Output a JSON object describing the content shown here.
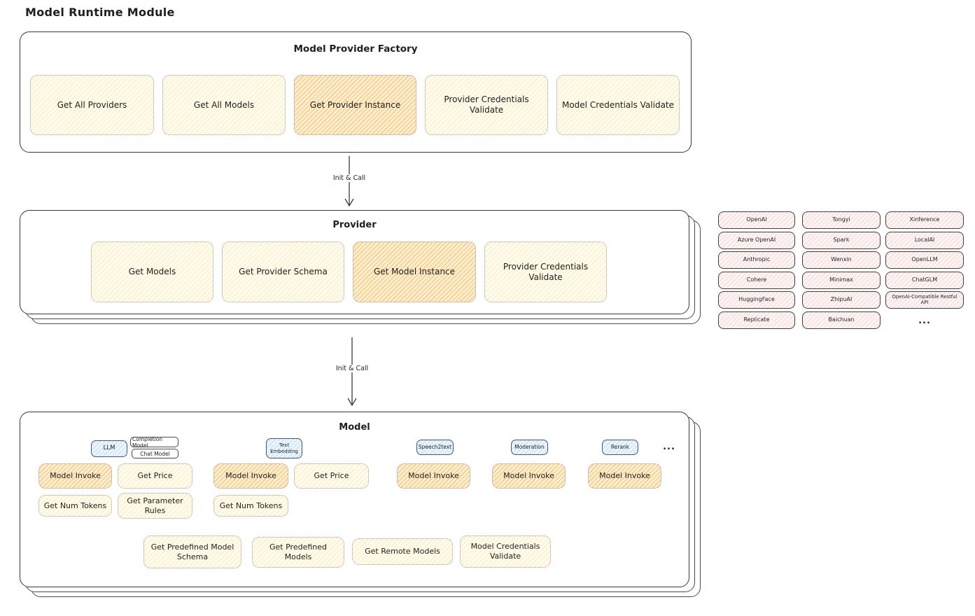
{
  "title": "Model Runtime Module",
  "colors": {
    "node_yellow": "#fff6d9",
    "node_orange": "#fbd9a0",
    "node_pink": "#fbe3e3",
    "node_blue": "#d8ebf8",
    "outline": "#3a3a3a"
  },
  "factory": {
    "title": "Model Provider Factory",
    "buttons": [
      {
        "label": "Get All Providers",
        "highlighted": false
      },
      {
        "label": "Get All Models",
        "highlighted": false
      },
      {
        "label": "Get Provider Instance",
        "highlighted": true
      },
      {
        "label": "Provider Credentials Validate",
        "highlighted": false
      },
      {
        "label": "Model Credentials Validate",
        "highlighted": false
      }
    ]
  },
  "connections": {
    "factory_to_provider": "Init & Call",
    "provider_to_model": "Init & Call"
  },
  "provider": {
    "title": "Provider",
    "buttons": [
      {
        "label": "Get Models",
        "highlighted": false
      },
      {
        "label": "Get Provider Schema",
        "highlighted": false
      },
      {
        "label": "Get Model Instance",
        "highlighted": true
      },
      {
        "label": "Provider Credentials Validate",
        "highlighted": false
      }
    ]
  },
  "provider_list": {
    "columns": [
      [
        "OpenAI",
        "Azure OpenAI",
        "Anthropic",
        "Cohere",
        "HuggingFace",
        "Replicate"
      ],
      [
        "Tongyi",
        "Spark",
        "Wenxin",
        "Minimax",
        "ZhipuAI",
        "Baichuan"
      ],
      [
        "Xinference",
        "LocalAI",
        "OpenLLM",
        "ChatGLM",
        "OpenAI-Compatible Restful API"
      ]
    ],
    "ellipsis": "..."
  },
  "model": {
    "title": "Model",
    "type_badges": [
      {
        "label": "LLM",
        "style": "blue"
      },
      {
        "label": "Completion Model",
        "style": "white"
      },
      {
        "label": "Chat Model",
        "style": "white"
      },
      {
        "label": "Text Embedding",
        "style": "blue"
      },
      {
        "label": "Speech2text",
        "style": "blue"
      },
      {
        "label": "Moderation",
        "style": "blue"
      },
      {
        "label": "Rerank",
        "style": "blue"
      }
    ],
    "ellipsis": "...",
    "op_buttons": [
      {
        "label": "Model Invoke",
        "highlighted": true
      },
      {
        "label": "Get Price",
        "highlighted": false
      },
      {
        "label": "Get Num Tokens",
        "highlighted": false
      },
      {
        "label": "Get Parameter Rules",
        "highlighted": false
      },
      {
        "label": "Model Invoke",
        "highlighted": true
      },
      {
        "label": "Get Price",
        "highlighted": false
      },
      {
        "label": "Get Num Tokens",
        "highlighted": false
      },
      {
        "label": "Model Invoke",
        "highlighted": true
      },
      {
        "label": "Model Invoke",
        "highlighted": true
      },
      {
        "label": "Model Invoke",
        "highlighted": true
      }
    ],
    "bottom_buttons": [
      "Get Predefined Model Schema",
      "Get Predefined Models",
      "Get Remote Models",
      "Model Credentials Validate"
    ]
  }
}
